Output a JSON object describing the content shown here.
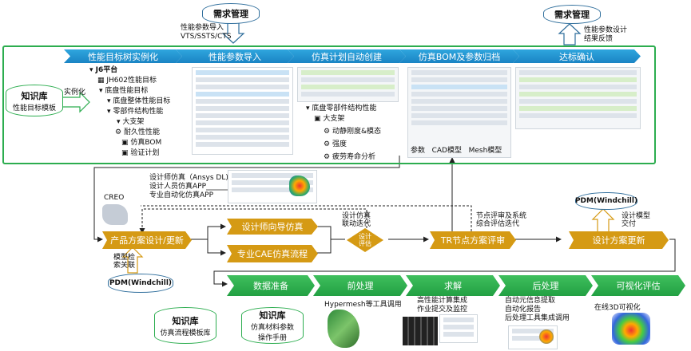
{
  "top_center_db": {
    "label": "需求管理"
  },
  "top_center_note": [
    "性能参数导入",
    "VTS/SSTS/CTS"
  ],
  "top_right_db": {
    "label": "需求管理"
  },
  "top_right_note": [
    "性能参数设计",
    "结果反馈"
  ],
  "stages": [
    {
      "label": "性能目标树实例化"
    },
    {
      "label": "性能参数导入"
    },
    {
      "label": "仿真计划自动创建"
    },
    {
      "label": "仿真BOM及参数归档"
    },
    {
      "label": "达标确认"
    }
  ],
  "kb_left": {
    "title": "知识库",
    "sub": "性能目标模板"
  },
  "instantiate_label": "实例化",
  "tree1": [
    "J6平台",
    "JH602性能目标",
    "底盘性能目标",
    "底盘整体性能目标",
    "零部件结构性能",
    "大支架",
    "耐久性性能",
    "仿真BOM",
    "验证计划"
  ],
  "tree2": [
    "底盘零部件结构性能",
    "大支架",
    "动静刚度&模态",
    "强度",
    "疲劳寿命分析"
  ],
  "bom_tabs": [
    "参数",
    "CAD模型",
    "Mesh模型"
  ],
  "design_sim_notes": [
    "设计师仿真（Ansys DL)",
    "设计人员仿真APP",
    "专业自动化仿真APP"
  ],
  "creo_label": "CREO",
  "flow": {
    "product_design": "产品方案设计/更新",
    "designer_sim": "设计师向导仿真",
    "pro_cae": "专业CAE仿真流程",
    "design_eval": "设计\n评估",
    "tr_review": "TR节点方案评审",
    "design_update": "设计方案更新"
  },
  "iter_note": [
    "设计仿真",
    "联动迭代"
  ],
  "tr_note": [
    "节点评审及系统",
    "综合评估迭代"
  ],
  "pdm_right": {
    "label": "PDM(Windchill)"
  },
  "pdm_right_note": [
    "设计模型",
    "交付"
  ],
  "pdm_left": {
    "label": "PDM(Windchill)"
  },
  "model_note": [
    "模型检",
    "索关联"
  ],
  "green_stages": [
    {
      "label": "数据准备"
    },
    {
      "label": "前处理"
    },
    {
      "label": "求解"
    },
    {
      "label": "后处理"
    },
    {
      "label": "可视化评估"
    }
  ],
  "kb_bottom1": {
    "title": "知识库",
    "sub": "仿真流程模板库"
  },
  "kb_bottom2": {
    "title": "知识库",
    "sub": "仿真材料参数",
    "sub2": "操作手册"
  },
  "stage_notes": {
    "pre": "Hypermesh等工具调用",
    "solve": [
      "高性能计算集成",
      "作业提交及监控"
    ],
    "post": [
      "自动元信息提取",
      "自动化报告",
      "后处理工具集成调用"
    ],
    "vis": "在线3D可视化"
  }
}
